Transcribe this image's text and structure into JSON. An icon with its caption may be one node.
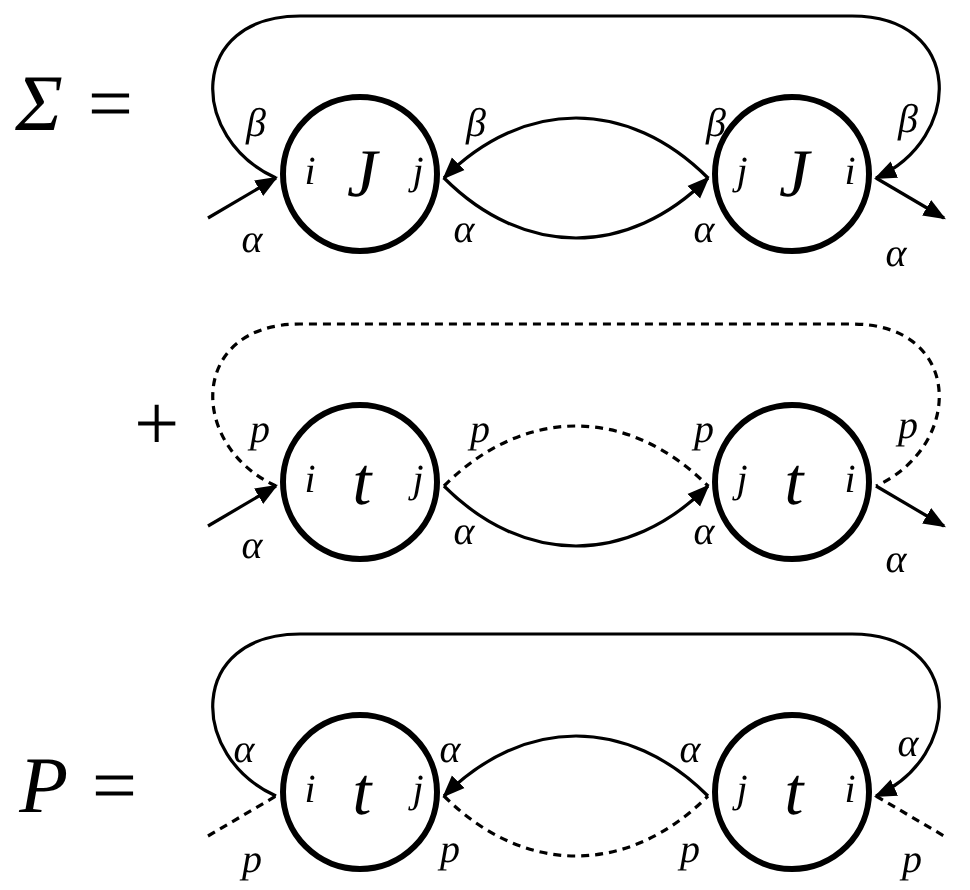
{
  "diagram": {
    "nodes": [
      {
        "text": [
          "i",
          "J",
          "j"
        ]
      },
      {
        "text": [
          "j",
          "J",
          "i"
        ]
      },
      {
        "text": [
          "i",
          "t",
          "j"
        ]
      },
      {
        "text": [
          "j",
          "t",
          "i"
        ]
      },
      {
        "text": [
          "i",
          "t",
          "j"
        ]
      },
      {
        "text": [
          "j",
          "t",
          "i"
        ]
      }
    ],
    "edges": [
      {
        "from": null,
        "to": 0,
        "arrow": "to"
      },
      {
        "from": 0,
        "to": 1,
        "arrow": "to"
      },
      {
        "from": 1,
        "to": 0,
        "arrow": "to"
      },
      {
        "from": 0,
        "to": 1,
        "arrow": "to"
      },
      {
        "from": 1,
        "to": null,
        "arrow": "to"
      },
      {
        "from": null,
        "to": 2,
        "arrow": "to"
      },
      {
        "from": 2,
        "to": 3,
        "arrow": "none",
        "style": "dashed"
      },
      {
        "from": 2,
        "to": 3,
        "arrow": "none",
        "style": "dashed"
      },
      {
        "from": 2,
        "to": 3,
        "arrow": "to"
      },
      {
        "from": 3,
        "to": null,
        "arrow": "to"
      },
      {
        "from": null,
        "to": 4,
        "arrow": "none",
        "style": "dashed"
      },
      {
        "from": 4,
        "to": 5,
        "arrow": "to"
      },
      {
        "from": 5,
        "to": 4,
        "arrow": "to"
      },
      {
        "from": 4,
        "to": 5,
        "arrow": "none",
        "style": "dashed"
      },
      {
        "from": 5,
        "to": null,
        "arrow": "none",
        "style": "dashed"
      }
    ],
    "labels": [
      "Σ =",
      "β",
      "β",
      "β",
      "β",
      "α",
      "α",
      "α",
      "α",
      "+",
      "p",
      "p",
      "p",
      "p",
      "α",
      "α",
      "α",
      "α",
      "P =",
      "α",
      "α",
      "α",
      "α",
      "p",
      "p",
      "p",
      "p"
    ]
  }
}
